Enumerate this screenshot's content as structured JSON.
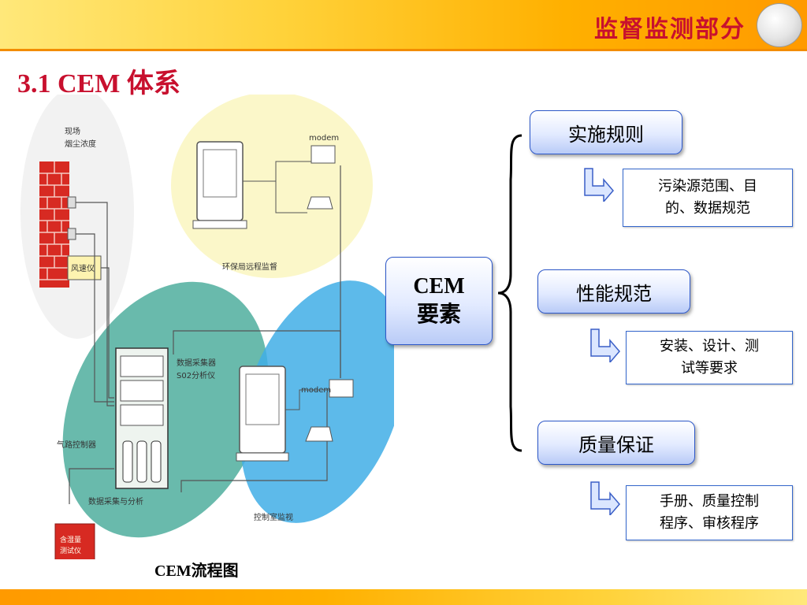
{
  "header": {
    "section_label": "监督监测部分"
  },
  "title": "3.1 CEM 体系",
  "diagram": {
    "caption": "CEM流程图",
    "labels": {
      "field_dust": "现场",
      "field_dust2": "烟尘浓度",
      "anemometer": "风速仪",
      "modem_top": "modem",
      "epa_remote": "环保局远程监督",
      "data_collector": "数据采集器",
      "so2_analyzer": "S02分析仪",
      "gas_controller": "气路控制器",
      "data_analysis": "数据采集与分析",
      "modem_bottom": "modem",
      "control_room": "控制室监视",
      "content_tester": "含湿量",
      "content_tester2": "测试仪"
    }
  },
  "center": {
    "line1": "CEM",
    "line2": "要素"
  },
  "elements": [
    {
      "title": "实施规则",
      "detail_line1": "污染源范围、目",
      "detail_line2": "的、数据规范"
    },
    {
      "title": "性能规范",
      "detail_line1": "安装、设计、测",
      "detail_line2": "试等要求"
    },
    {
      "title": "质量保证",
      "detail_line1": "手册、质量控制",
      "detail_line2": "程序、审核程序"
    }
  ],
  "colors": {
    "accent_red": "#c8102e",
    "box_border": "#2c57c9",
    "arrow_fill": "#dbe6ff"
  }
}
